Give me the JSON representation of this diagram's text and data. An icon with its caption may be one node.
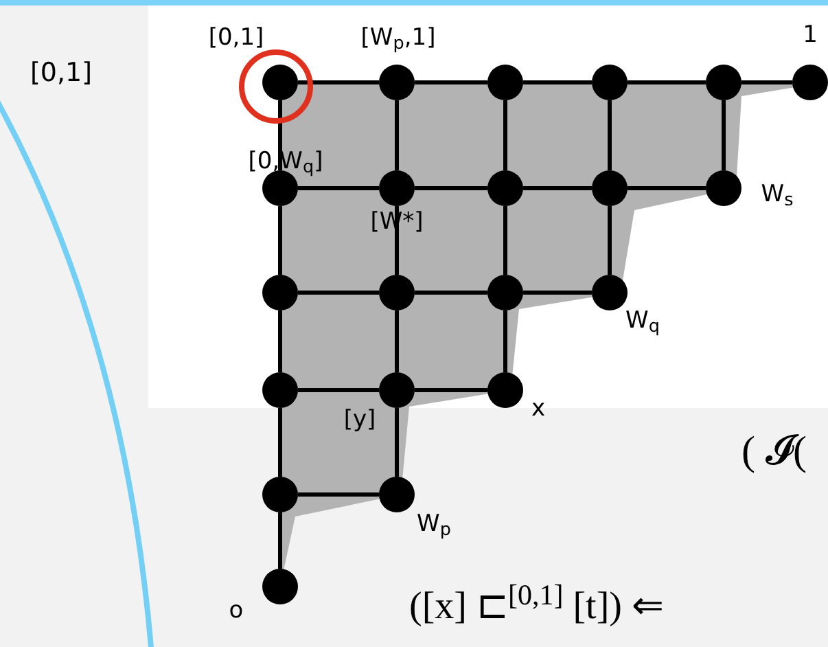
{
  "diagram": {
    "nodes": [
      {
        "text": [],
        "shape": "circle",
        "beside": [
          "[0,1]"
        ]
      },
      {
        "text": [],
        "shape": "circle",
        "beside": [
          "[W$_{p}$,1]"
        ]
      },
      {
        "text": [],
        "shape": "circle"
      },
      {
        "text": [],
        "shape": "circle"
      },
      {
        "text": [],
        "shape": "circle"
      },
      {
        "text": [],
        "shape": "circle",
        "beside": [
          "1"
        ]
      },
      {
        "text": [],
        "shape": "circle",
        "beside": [
          "[0,W$_{q}$]"
        ]
      },
      {
        "text": [],
        "shape": "circle",
        "beside": [
          "[W*]"
        ]
      },
      {
        "text": [],
        "shape": "circle"
      },
      {
        "text": [],
        "shape": "circle"
      },
      {
        "text": [],
        "shape": "circle",
        "beside": [
          "W$_{s}$"
        ]
      },
      {
        "text": [],
        "shape": "circle"
      },
      {
        "text": [],
        "shape": "circle"
      },
      {
        "text": [],
        "shape": "circle"
      },
      {
        "text": [],
        "shape": "circle",
        "beside": [
          "W$_{q}$"
        ]
      },
      {
        "text": [],
        "shape": "circle"
      },
      {
        "text": [],
        "shape": "circle",
        "beside": [
          "[y]"
        ]
      },
      {
        "text": [],
        "shape": "circle",
        "beside": [
          "x"
        ]
      },
      {
        "text": [],
        "shape": "circle"
      },
      {
        "text": [],
        "shape": "circle",
        "beside": [
          "W$_{p}$"
        ]
      },
      {
        "text": [],
        "shape": "circle",
        "beside": [
          "o"
        ]
      }
    ],
    "edges": [
      {
        "from": 0,
        "to": 1,
        "arrow": "none"
      },
      {
        "from": 1,
        "to": 2,
        "arrow": "none"
      },
      {
        "from": 2,
        "to": 3,
        "arrow": "none"
      },
      {
        "from": 3,
        "to": 4,
        "arrow": "none"
      },
      {
        "from": 4,
        "to": 5,
        "arrow": "none"
      },
      {
        "from": 6,
        "to": 7,
        "arrow": "none"
      },
      {
        "from": 7,
        "to": 8,
        "arrow": "none"
      },
      {
        "from": 8,
        "to": 9,
        "arrow": "none"
      },
      {
        "from": 9,
        "to": 10,
        "arrow": "none"
      },
      {
        "from": 11,
        "to": 12,
        "arrow": "none"
      },
      {
        "from": 12,
        "to": 13,
        "arrow": "none"
      },
      {
        "from": 13,
        "to": 14,
        "arrow": "none"
      },
      {
        "from": 15,
        "to": 16,
        "arrow": "none"
      },
      {
        "from": 16,
        "to": 17,
        "arrow": "none"
      },
      {
        "from": 18,
        "to": 19,
        "arrow": "none"
      },
      {
        "from": 0,
        "to": 6,
        "arrow": "none"
      },
      {
        "from": 6,
        "to": 11,
        "arrow": "none"
      },
      {
        "from": 11,
        "to": 15,
        "arrow": "none"
      },
      {
        "from": 15,
        "to": 18,
        "arrow": "none"
      },
      {
        "from": 18,
        "to": 20,
        "arrow": "none"
      },
      {
        "from": 1,
        "to": 7,
        "arrow": "none"
      },
      {
        "from": 7,
        "to": 12,
        "arrow": "none"
      },
      {
        "from": 12,
        "to": 16,
        "arrow": "none"
      },
      {
        "from": 16,
        "to": 19,
        "arrow": "none"
      },
      {
        "from": 2,
        "to": 8,
        "arrow": "none"
      },
      {
        "from": 8,
        "to": 13,
        "arrow": "none"
      },
      {
        "from": 13,
        "to": 17,
        "arrow": "none"
      },
      {
        "from": 3,
        "to": 9,
        "arrow": "none"
      },
      {
        "from": 9,
        "to": 14,
        "arrow": "none"
      },
      {
        "from": 4,
        "to": 10,
        "arrow": "none"
      }
    ],
    "labels": [
      "[0,1]",
      "( 𝓘(",
      "([x] ⊏$^{[0,1]}$ [t]) ⇐"
    ]
  }
}
